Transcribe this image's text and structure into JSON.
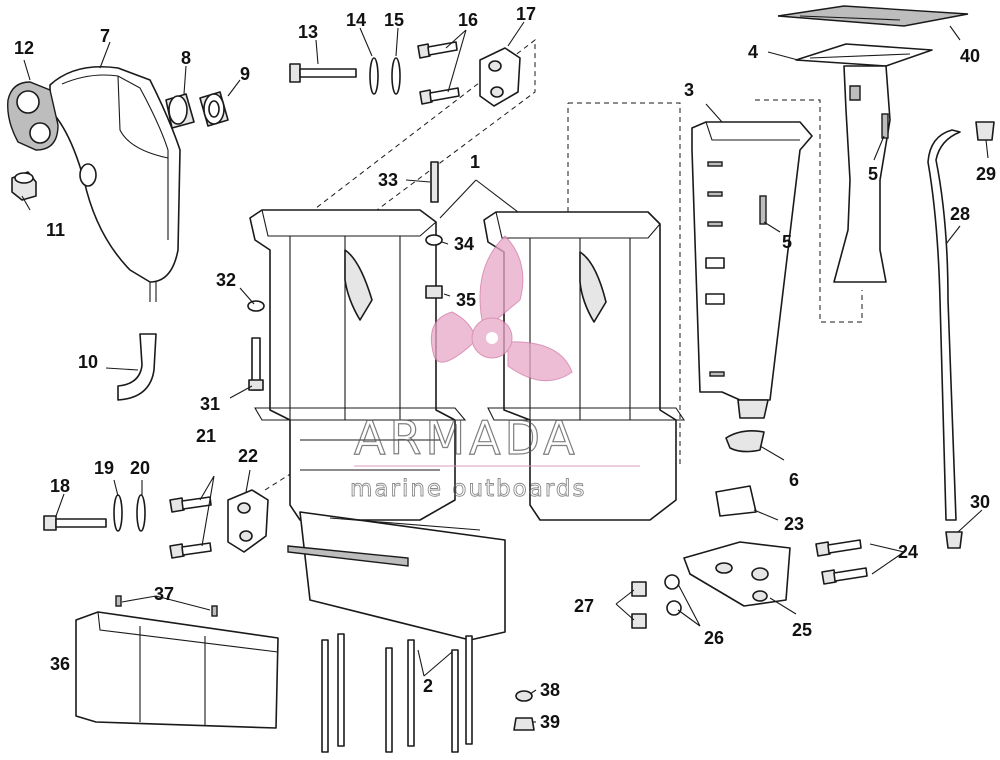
{
  "callouts": {
    "c1": "1",
    "c2": "2",
    "c3": "3",
    "c4": "4",
    "c5a": "5",
    "c5b": "5",
    "c6": "6",
    "c7": "7",
    "c8": "8",
    "c9": "9",
    "c10": "10",
    "c11": "11",
    "c12": "12",
    "c13": "13",
    "c14": "14",
    "c15": "15",
    "c16": "16",
    "c17": "17",
    "c18": "18",
    "c19": "19",
    "c20": "20",
    "c21": "21",
    "c22": "22",
    "c23": "23",
    "c24": "24",
    "c25": "25",
    "c26": "26",
    "c27": "27",
    "c28": "28",
    "c29": "29",
    "c30": "30",
    "c31": "31",
    "c32": "32",
    "c33": "33",
    "c34": "34",
    "c35": "35",
    "c36": "36",
    "c37": "37",
    "c38": "38",
    "c39": "39",
    "c40": "40"
  },
  "watermark": {
    "brand": "ARMADA",
    "tagline": "marine outboards",
    "logo_color": "#e7a8c8"
  }
}
